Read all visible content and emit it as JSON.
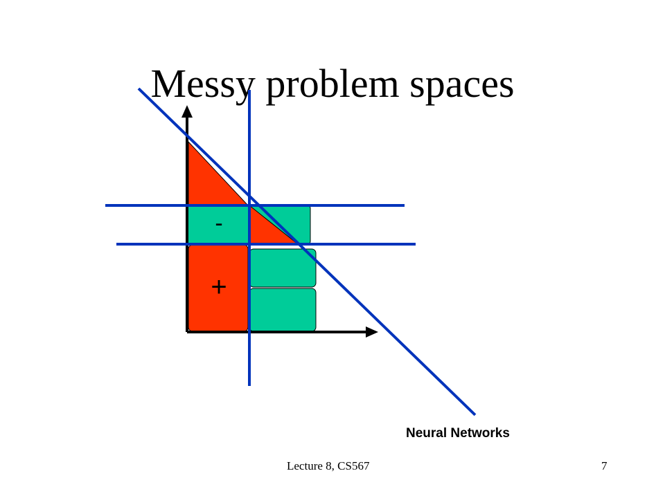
{
  "slide": {
    "title": "Messy problem spaces",
    "caption": "Neural Networks",
    "footer_left": "Lecture 8, CS567",
    "page_number": "7"
  },
  "diagram": {
    "negative_label": "-",
    "positive_label": "+",
    "colors": {
      "red_region": "#ff3300",
      "green_region": "#00cc99",
      "divider_line": "#0033bb",
      "axis": "#000000"
    }
  }
}
